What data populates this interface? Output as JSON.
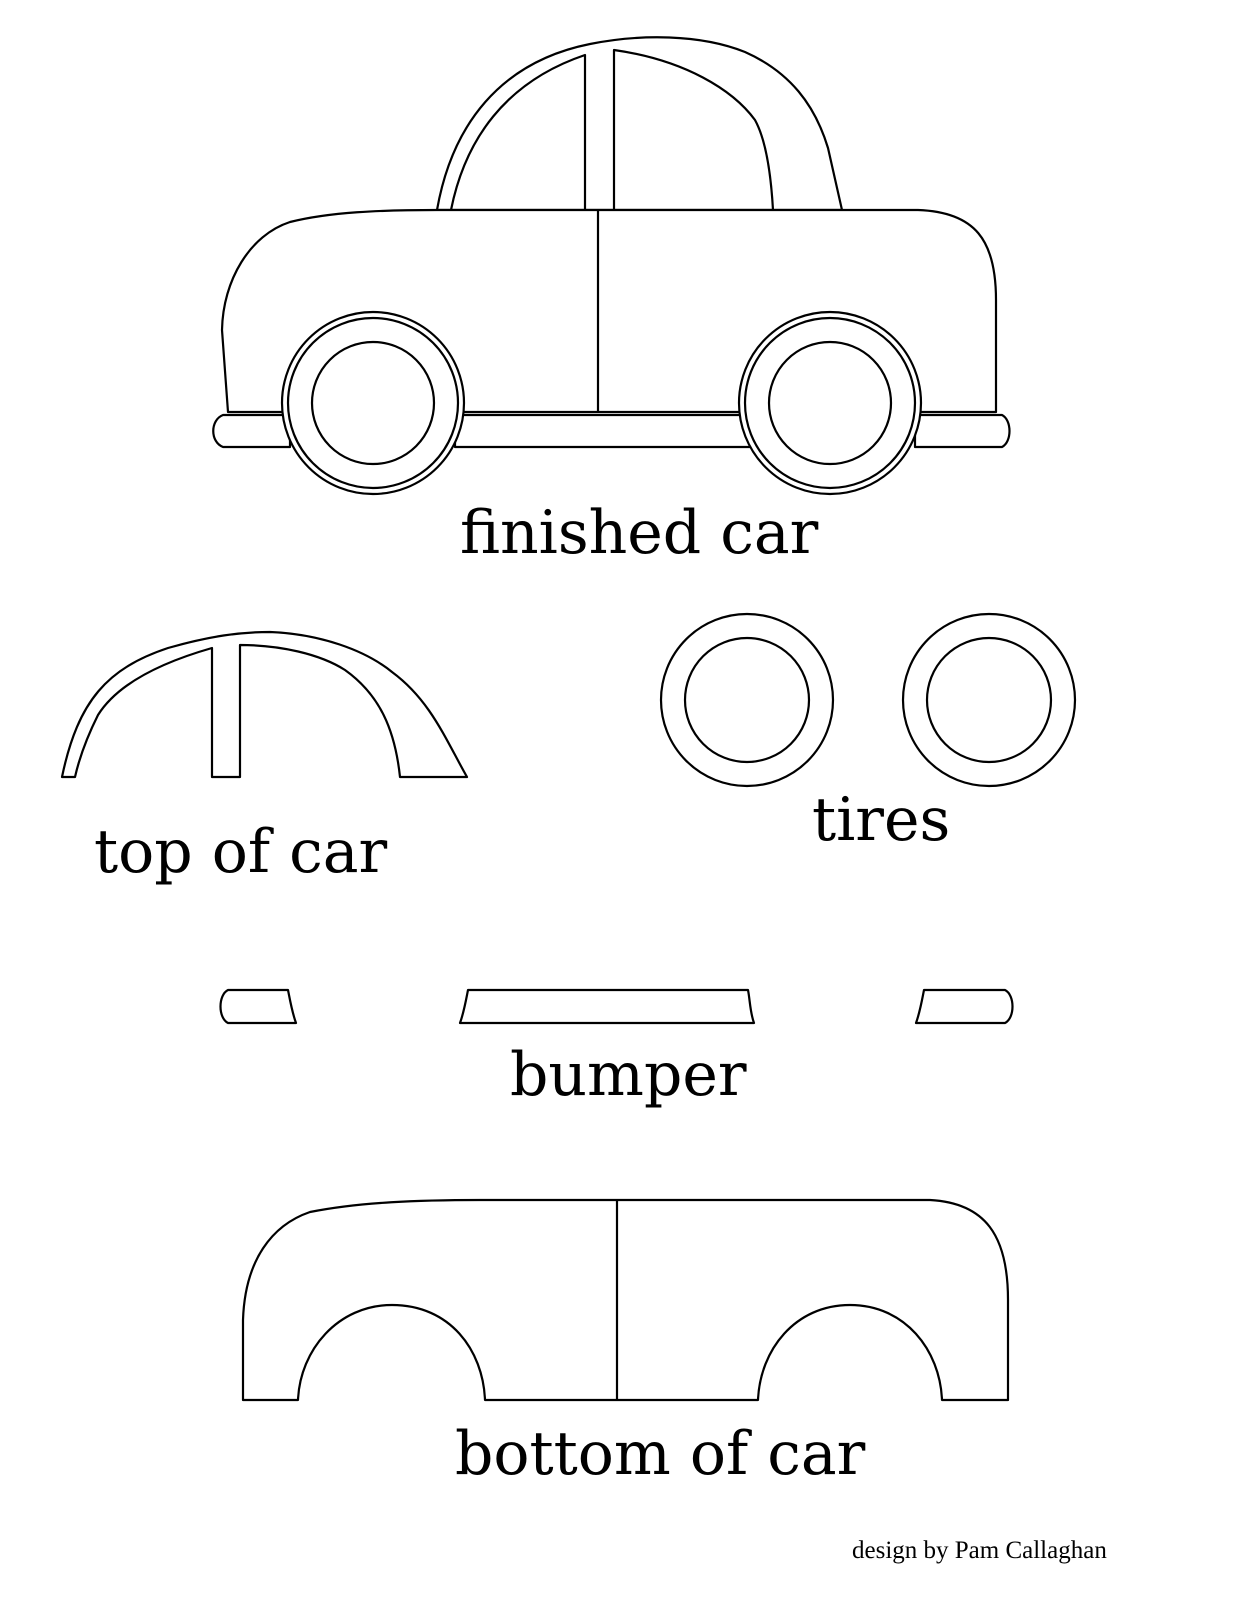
{
  "labels": {
    "finished_car": "finished car",
    "top_of_car": "top of car",
    "tires": "tires",
    "bumper": "bumper",
    "bottom_of_car": "bottom of car",
    "credit": "design by Pam Callaghan"
  },
  "colors": {
    "outline": "#000000",
    "paper": "#ffffff"
  }
}
